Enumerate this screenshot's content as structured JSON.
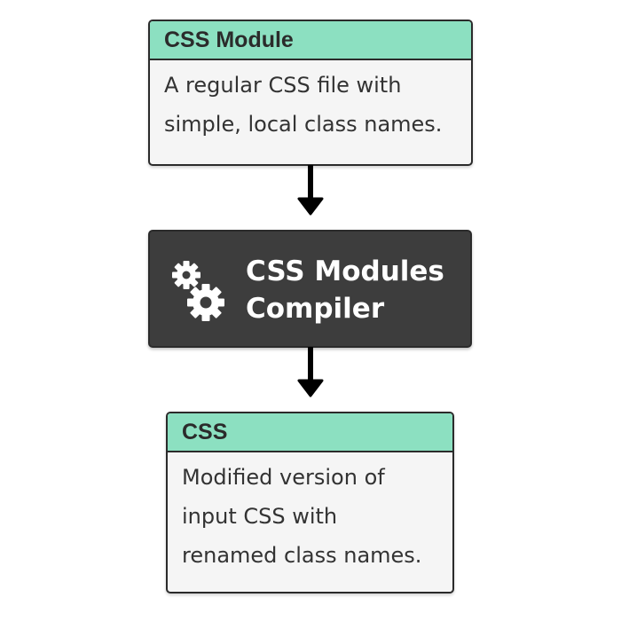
{
  "nodes": {
    "input": {
      "title": "CSS Module",
      "lines": [
        "A regular CSS file with",
        "simple, local class names."
      ]
    },
    "compiler": {
      "title_lines": [
        "CSS Modules",
        "Compiler"
      ],
      "icon": "gears-icon"
    },
    "output": {
      "title": "CSS",
      "lines": [
        "Modified version of",
        "input CSS with",
        "renamed class names."
      ]
    }
  },
  "colors": {
    "header": "#8ce0c1",
    "card_bg": "#f5f5f5",
    "compiler_bg": "#3d3d3d",
    "border": "#2b2b2b"
  }
}
